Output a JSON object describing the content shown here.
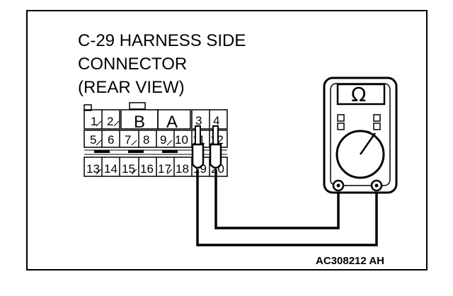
{
  "caption": {
    "line1": "C-29 HARNESS SIDE",
    "line2": "CONNECTOR",
    "line3": "(REAR VIEW)"
  },
  "connector": {
    "top_row": [
      "1",
      "2",
      "B",
      "A",
      "3",
      "4"
    ],
    "middle_row": [
      "5",
      "6",
      "7",
      "8",
      "9",
      "10",
      "11",
      "12"
    ],
    "bottom_row": [
      "13",
      "14",
      "15",
      "16",
      "17",
      "18",
      "19",
      "20"
    ]
  },
  "meter": {
    "display_symbol": "Ω",
    "icon": "ohmmeter-icon"
  },
  "figure_code": "AC308212 AH",
  "colors": {
    "ink": "#000000",
    "background": "#ffffff"
  }
}
